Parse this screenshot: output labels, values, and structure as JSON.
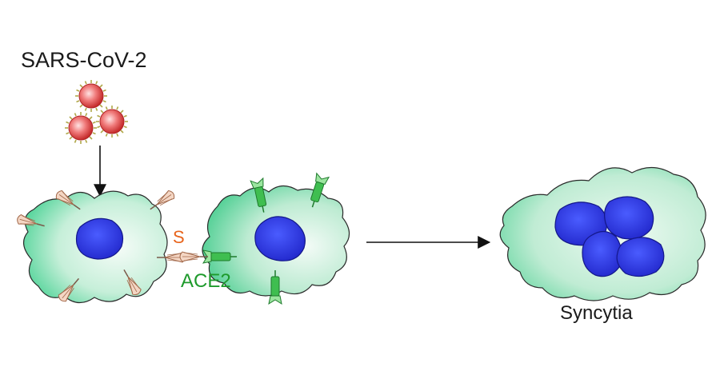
{
  "labels": {
    "virus": "SARS-CoV-2",
    "spike": "S",
    "receptor": "ACE2",
    "result": "Syncytia"
  },
  "colors": {
    "spike_label": "#e8641c",
    "receptor_label": "#1e9a2c",
    "cell_fill_light": "#eefaf3",
    "cell_fill_dark": "#3ecf8e",
    "nucleus": "#2b35e0",
    "virion": "#d63a3a",
    "spike_protein": "#c58a6a",
    "ace2_protein": "#36b84a"
  },
  "icons": [
    "virus-particle-icon",
    "spike-protein-icon",
    "ace2-receptor-icon",
    "arrow-icon"
  ]
}
